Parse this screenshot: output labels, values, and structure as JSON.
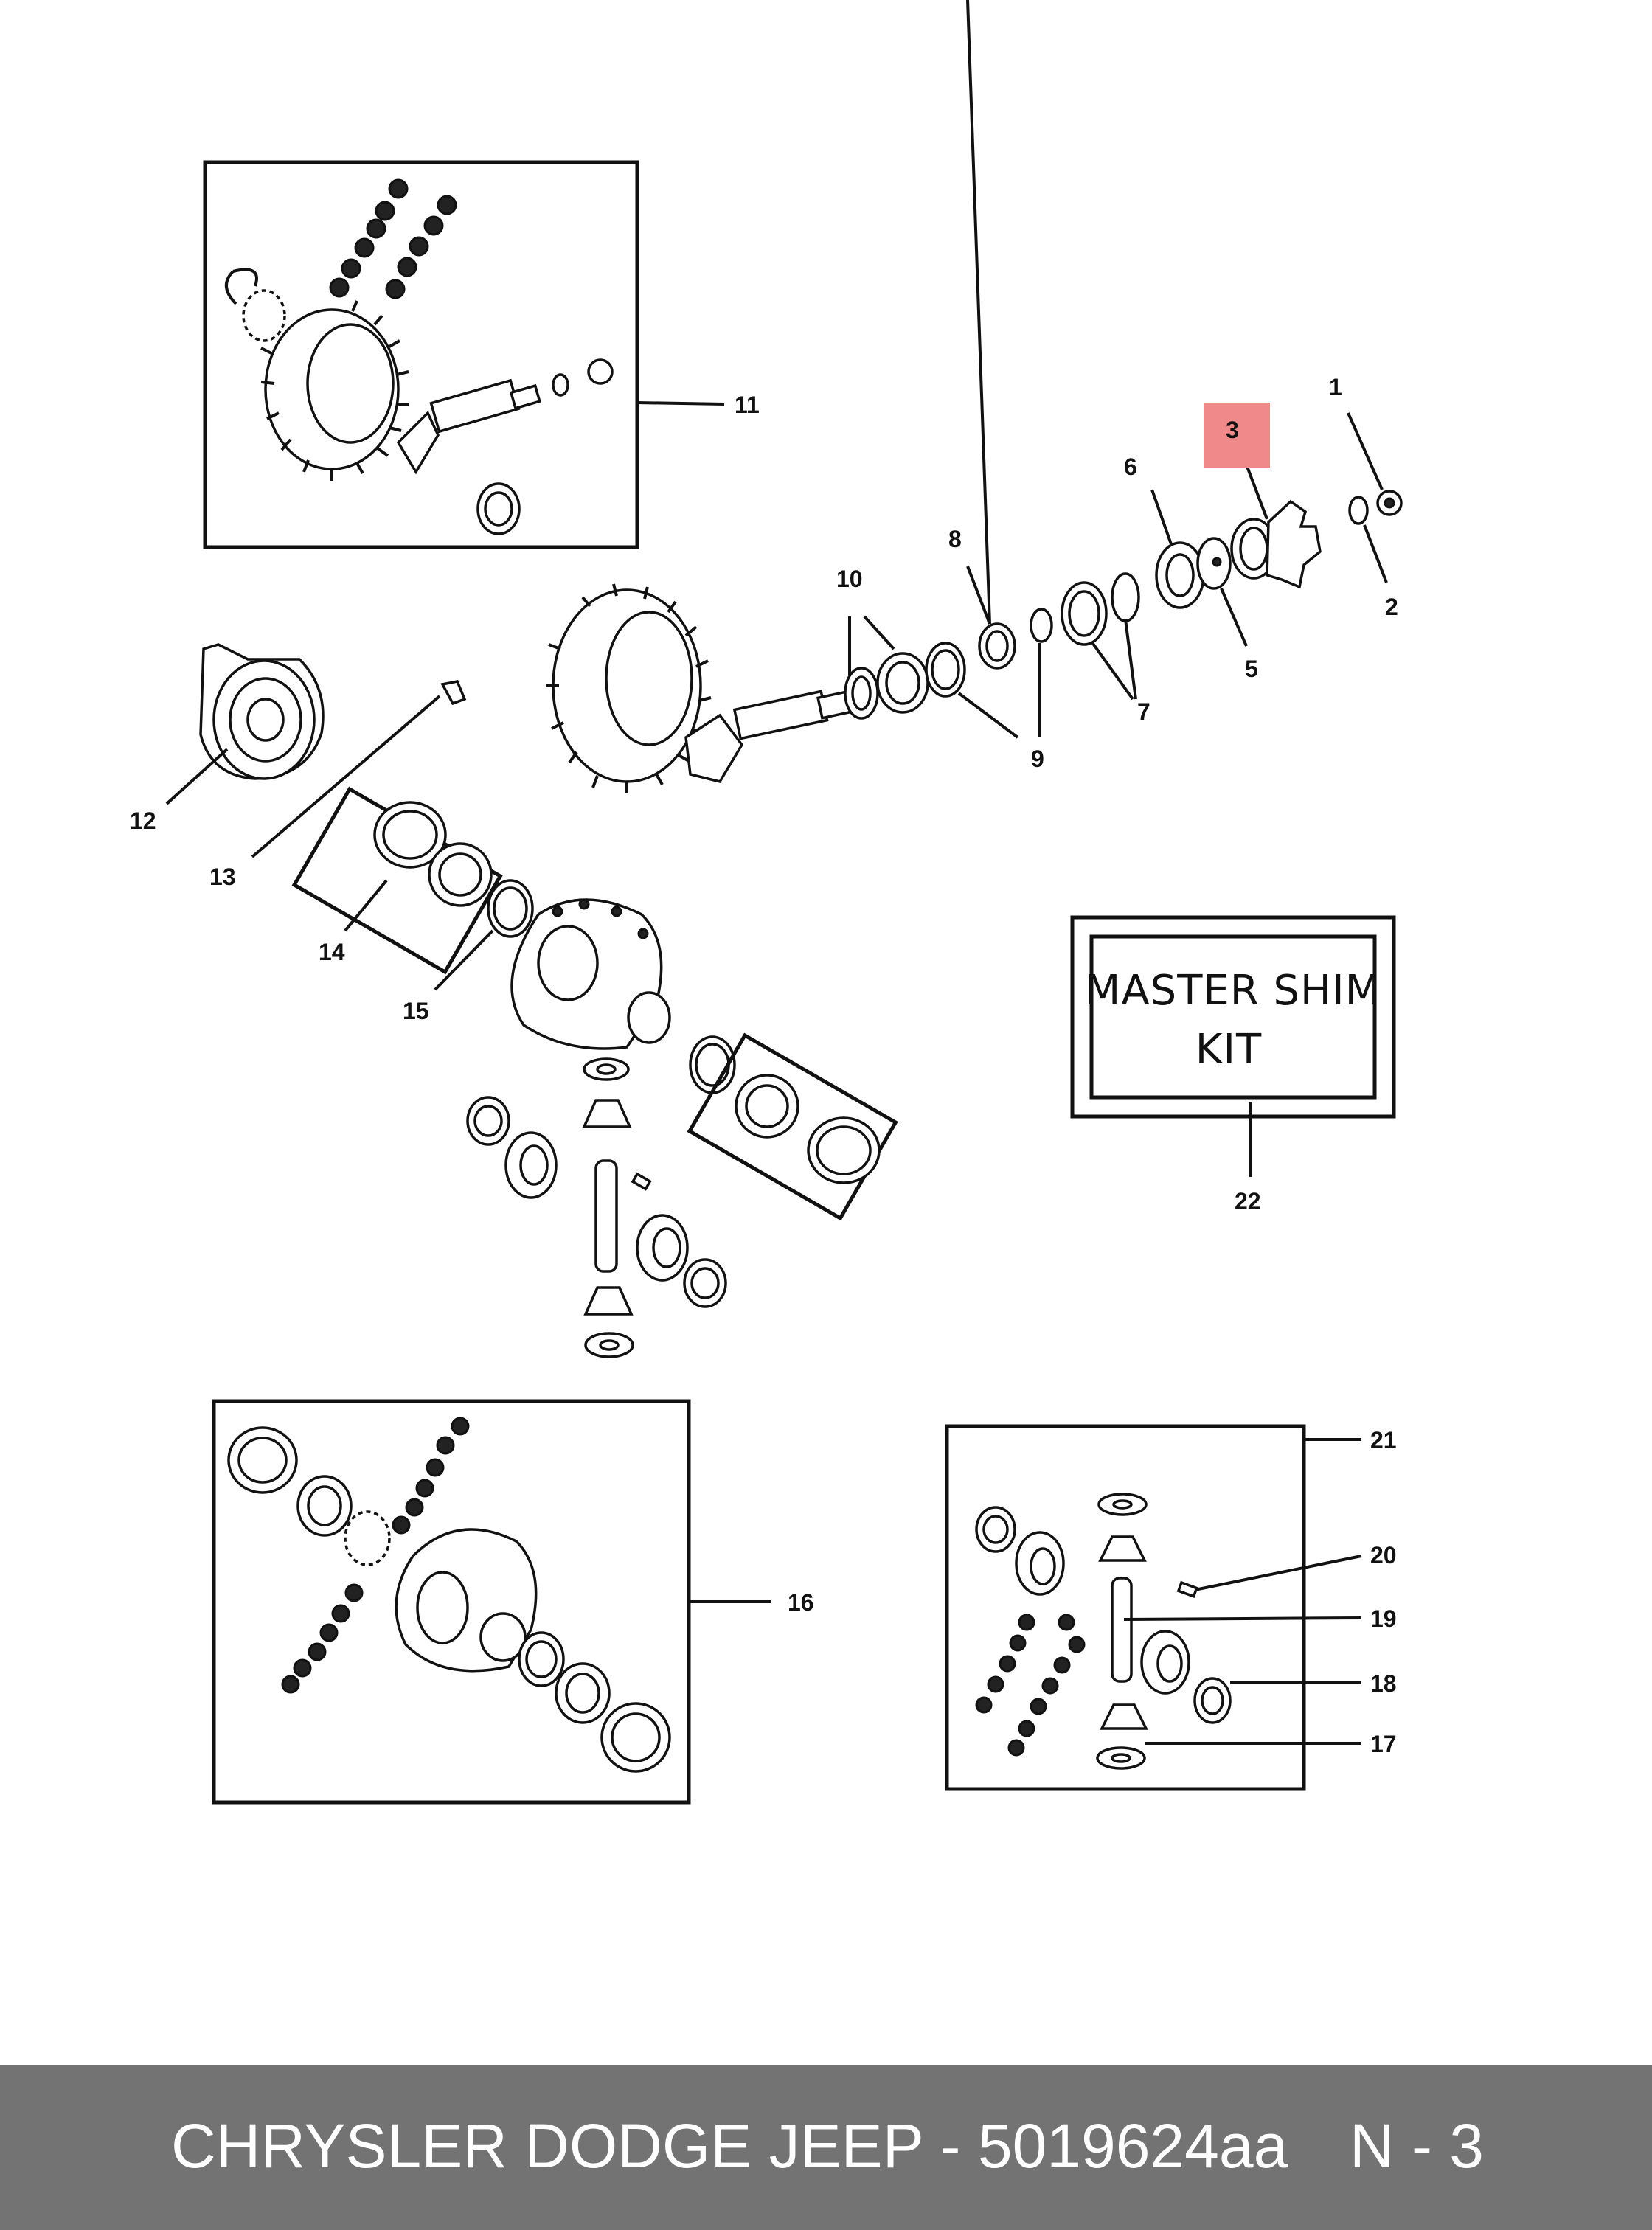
{
  "diagram": {
    "callouts": {
      "c1": "1",
      "c2": "2",
      "c3": "3",
      "c5": "5",
      "c6": "6",
      "c7": "7",
      "c8": "8",
      "c9": "9",
      "c10": "10",
      "c11": "11",
      "c12": "12",
      "c13": "13",
      "c14": "14",
      "c15": "15",
      "c16": "16",
      "c17": "17",
      "c18": "18",
      "c19": "19",
      "c20": "20",
      "c21": "21",
      "c22": "22"
    },
    "highlighted_callout": "3",
    "highlight_color": "#f08a8a",
    "shim_kit": {
      "line1": "MASTER  SHIM",
      "line2": "KIT"
    }
  },
  "footer": {
    "title": "CHRYSLER DODGE JEEP - 5019624aa",
    "page": "N - 3",
    "background": "#737373"
  }
}
